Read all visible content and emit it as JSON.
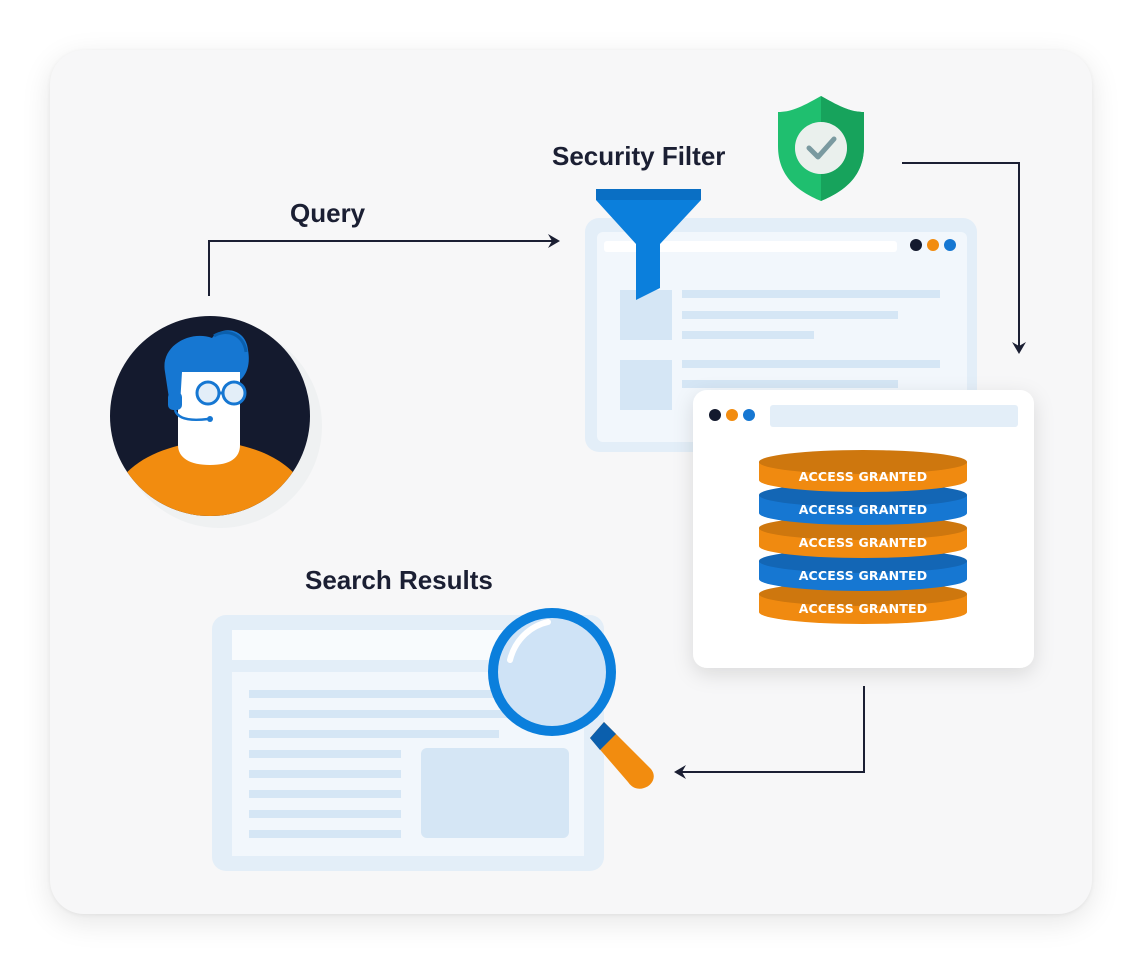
{
  "labels": {
    "query": "Query",
    "security_filter": "Security Filter",
    "search_results": "Search Results"
  },
  "database": {
    "disks": [
      {
        "text": "ACCESS GRANTED",
        "color": "#f08a10"
      },
      {
        "text": "ACCESS GRANTED",
        "color": "#1677d2"
      },
      {
        "text": "ACCESS GRANTED",
        "color": "#f08a10"
      },
      {
        "text": "ACCESS GRANTED",
        "color": "#1677d2"
      },
      {
        "text": "ACCESS GRANTED",
        "color": "#f08a10"
      }
    ]
  },
  "colors": {
    "accent_blue": "#0b7fdc",
    "accent_orange": "#f28c0f",
    "shield_green": "#22c77a",
    "panel_light": "#e3eef8",
    "dark_navy": "#141a2e"
  }
}
